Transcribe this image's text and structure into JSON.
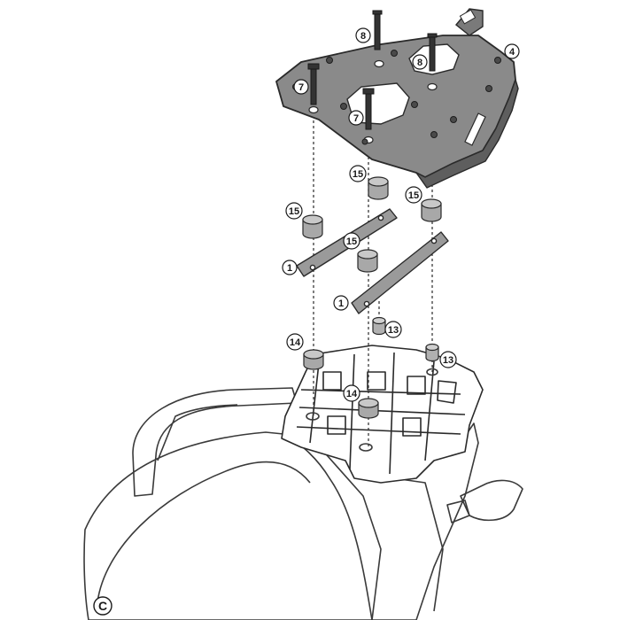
{
  "diagram": {
    "callouts": [
      {
        "id": "c8a",
        "label": "8"
      },
      {
        "id": "c8b",
        "label": "8"
      },
      {
        "id": "c4",
        "label": "4"
      },
      {
        "id": "c7a",
        "label": "7"
      },
      {
        "id": "c7b",
        "label": "7"
      },
      {
        "id": "c15a",
        "label": "15"
      },
      {
        "id": "c15b",
        "label": "15"
      },
      {
        "id": "c15c",
        "label": "15"
      },
      {
        "id": "c15d",
        "label": "15"
      },
      {
        "id": "c1a",
        "label": "1"
      },
      {
        "id": "c1b",
        "label": "1"
      },
      {
        "id": "c13a",
        "label": "13"
      },
      {
        "id": "c13b",
        "label": "13"
      },
      {
        "id": "c14a",
        "label": "14"
      },
      {
        "id": "c14b",
        "label": "14"
      }
    ],
    "corner_label": "C"
  },
  "colors": {
    "plate": "#8a8a8a",
    "plate_dark": "#5e5e5e",
    "spacer": "#b5b5b5",
    "strip": "#9a9a9a",
    "outline": "#2a2a2a",
    "bike_line": "#3a3a3a"
  }
}
